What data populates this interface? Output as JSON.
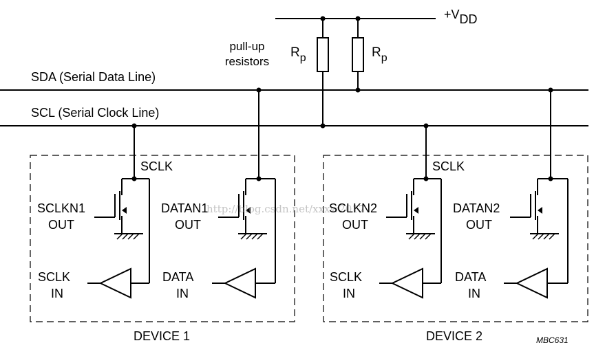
{
  "supply": {
    "label": "+V",
    "subscript": "DD"
  },
  "resistors": {
    "symbol": "R",
    "subscript": "p",
    "caption_line1": "pull-up",
    "caption_line2": "resistors"
  },
  "buses": {
    "sda_label": "SDA (Serial Data Line)",
    "scl_label": "SCL (Serial Clock Line)"
  },
  "device1": {
    "title": "DEVICE 1",
    "sclk_label": "SCLK",
    "clk_out_l1": "SCLKN1",
    "clk_out_l2": "OUT",
    "data_out_l1": "DATAN1",
    "data_out_l2": "OUT",
    "clk_in_l1": "SCLK",
    "clk_in_l2": "IN",
    "data_in_l1": "DATA",
    "data_in_l2": "IN"
  },
  "device2": {
    "title": "DEVICE 2",
    "sclk_label": "SCLK",
    "clk_out_l1": "SCLKN2",
    "clk_out_l2": "OUT",
    "data_out_l1": "DATAN2",
    "data_out_l2": "OUT",
    "clk_in_l1": "SCLK",
    "clk_in_l2": "IN",
    "data_in_l1": "DATA",
    "data_in_l2": "IN"
  },
  "figure_code": "MBC631",
  "watermark": "http://blog.csdn.net/xxxw2017"
}
